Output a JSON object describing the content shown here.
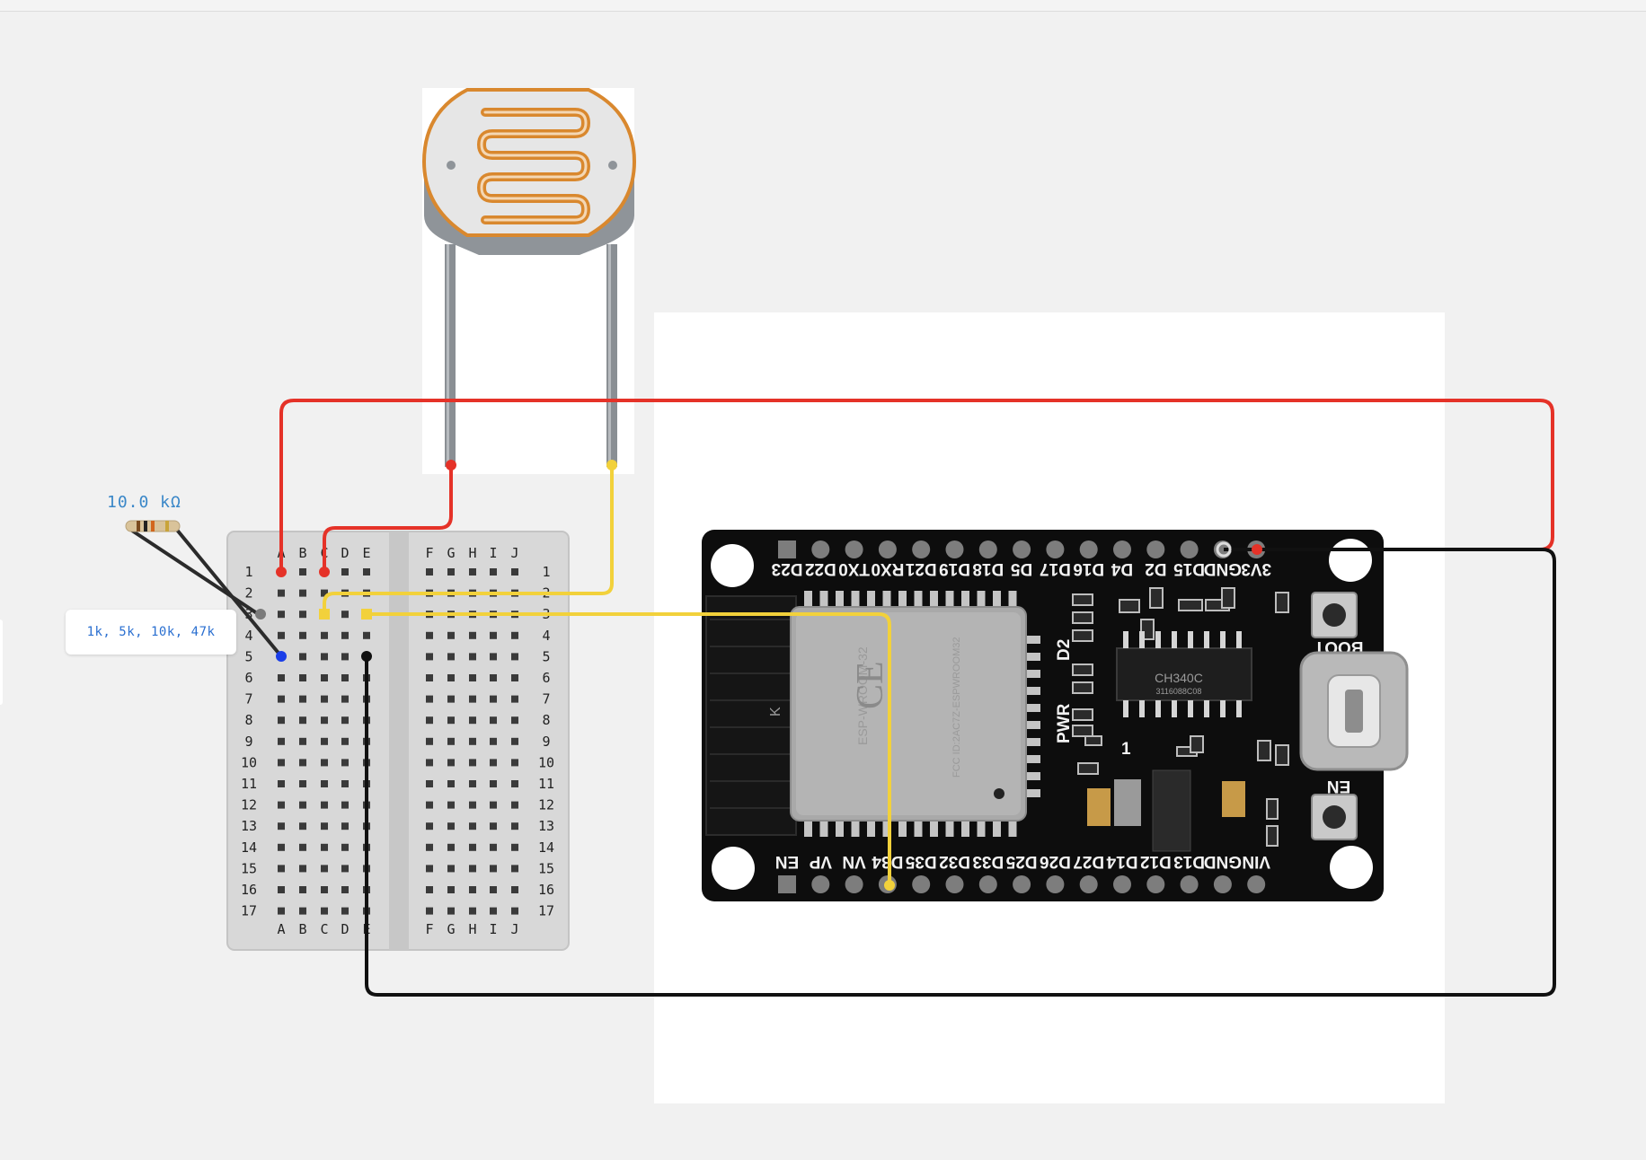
{
  "resistor": {
    "value_label": "10.0 kΩ",
    "options_label": "1k, 5k, 10k, 47k"
  },
  "breadboard": {
    "columns_left": [
      "A",
      "B",
      "C",
      "D",
      "E"
    ],
    "columns_right": [
      "F",
      "G",
      "H",
      "I",
      "J"
    ],
    "rows": [
      "1",
      "2",
      "3",
      "4",
      "5",
      "6",
      "7",
      "8",
      "9",
      "10",
      "11",
      "12",
      "13",
      "14",
      "15",
      "16",
      "17"
    ]
  },
  "esp32": {
    "top_pins": [
      "D23",
      "D22",
      "TX0",
      "RX0",
      "D21",
      "D19",
      "D18",
      "D5",
      "D17",
      "D16",
      "D4",
      "D2",
      "D15",
      "GND",
      "3V3"
    ],
    "bottom_pins": [
      "EN",
      "VP",
      "VN",
      "D34",
      "D35",
      "D32",
      "D33",
      "D25",
      "D26",
      "D27",
      "D14",
      "D12",
      "D13",
      "GND",
      "VIN"
    ],
    "module_label": "ESP-WROOM-32",
    "fcc_label": "FCC ID:2AC7Z-ESPWROOM32",
    "usb_chip_label": "CH340C",
    "usb_chip_sub": "3116088C08",
    "button_boot": "BOOT",
    "button_en": "EN",
    "led_pwr": "PWR",
    "led_d2": "D2",
    "marker_k": "K",
    "marker_one": "1"
  },
  "wire_colors": {
    "power": "#e53228",
    "signal": "#f2d13b",
    "ground": "#111111"
  }
}
